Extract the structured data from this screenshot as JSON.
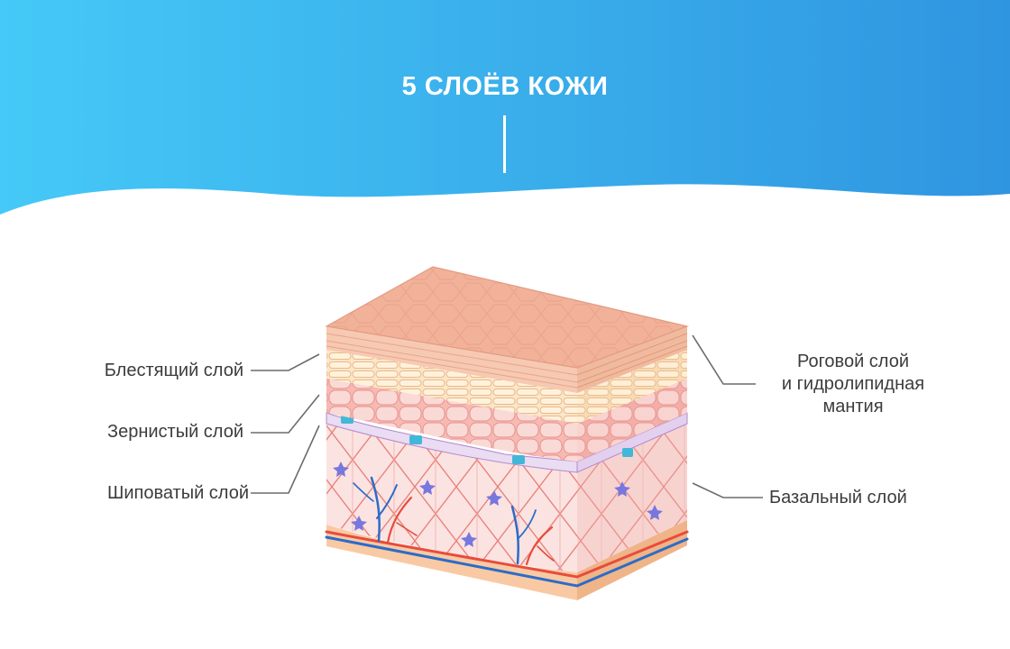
{
  "title": "5 СЛОЁВ КОЖИ",
  "labels": {
    "lucidum": "Блестящий слой",
    "granulosum": "Зернистый слой",
    "spinosum": "Шиповатый слой",
    "corneum_line1": "Роговой слой",
    "corneum_line2": "и гидролипидная",
    "corneum_line3": "мантия",
    "basale": "Базальный слой"
  },
  "colors": {
    "header_gradient_start": "#45c9f7",
    "header_gradient_end": "#2f95e0",
    "label_text": "#3c3c3c",
    "leader_line": "#6b6b6b",
    "surface": "#f2b29a",
    "corneum_band": "#f6c9b3",
    "lucidum_band": "#fbe6c8",
    "granulosum_band": "#f6b9b4",
    "basal_cells": "#41b8d8",
    "dermis": "#fbe3e1",
    "hypodermis": "#f9c9a4",
    "artery": "#e74c3c",
    "vein": "#2b6cc8",
    "melanocyte": "#7777dd"
  }
}
